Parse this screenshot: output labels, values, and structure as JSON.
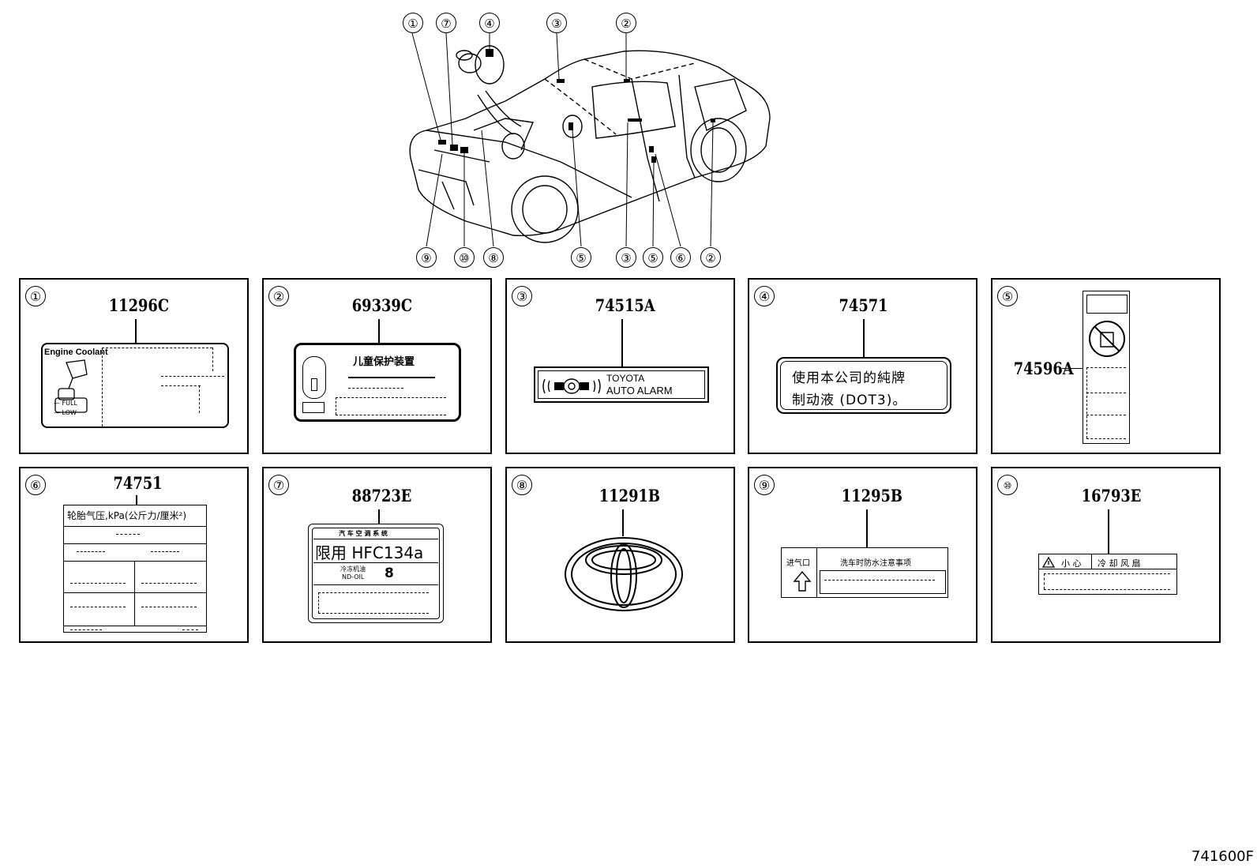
{
  "callouts_top": [
    "①",
    "⑦",
    "④",
    "③",
    "②"
  ],
  "callouts_bottom": [
    "⑨",
    "⑩",
    "⑧",
    "⑤",
    "③",
    "⑤",
    "⑥",
    "②"
  ],
  "panels": [
    {
      "num": "①",
      "part": "11296C",
      "label_title": "Engine Coolant",
      "full": "— FULL",
      "low": "— LOW"
    },
    {
      "num": "②",
      "part": "69339C",
      "label_text": "儿童保护装置"
    },
    {
      "num": "③",
      "part": "74515A",
      "line1": "TOYOTA",
      "line2": "AUTO ALARM"
    },
    {
      "num": "④",
      "part": "74571",
      "line1": "使用本公司的純牌",
      "line2": "制动液 (DOT3)。"
    },
    {
      "num": "⑤",
      "part": "74596A"
    },
    {
      "num": "⑥",
      "part": "74751",
      "header": "轮胎气压,kPa(公斤力/厘米²)"
    },
    {
      "num": "⑦",
      "part": "88723E",
      "top": "汽 车 空 调 系 统",
      "main": "限用 HFC134a",
      "sub": "冷冻机油",
      "oil": "ND-OIL",
      "oil_num": "8"
    },
    {
      "num": "⑧",
      "part": "11291B"
    },
    {
      "num": "⑨",
      "part": "11295B",
      "left": "进气口",
      "right": "洗车时防水注意事项"
    },
    {
      "num": "⑩",
      "part": "16793E",
      "caution": "小 心",
      "text": "冷 却 风 扇"
    }
  ],
  "footer": "741600F"
}
